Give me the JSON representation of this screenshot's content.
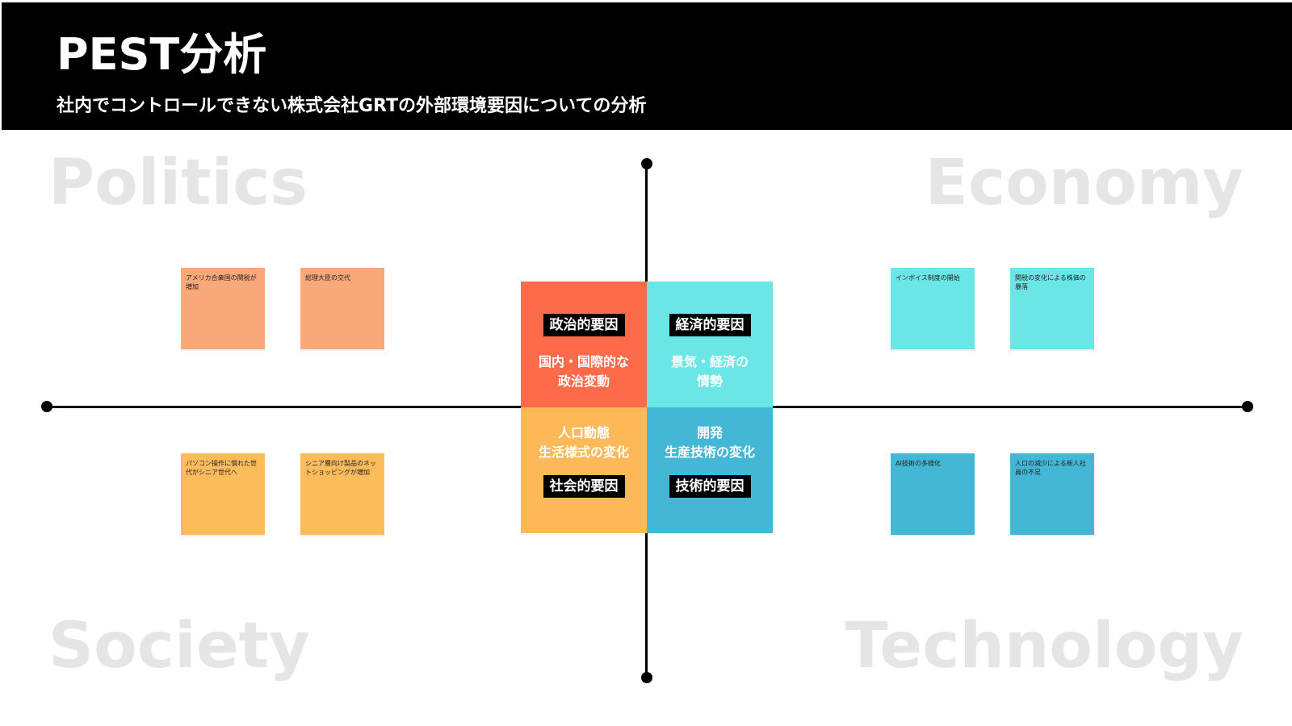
{
  "header": {
    "title": "PEST分析",
    "subtitle": "社内でコントロールできない株式会社GRTの外部環境要因についての分析"
  },
  "watermarks": {
    "politics": "Politics",
    "economy": "Economy",
    "society": "Society",
    "technology": "Technology"
  },
  "quadrants": {
    "politics": {
      "label": "政治的要因",
      "desc_line1": "国内・国際的な",
      "desc_line2": "政治変動",
      "color": "#fd6b4a"
    },
    "economy": {
      "label": "経済的要因",
      "desc_line1": "景気・経済の",
      "desc_line2": "情勢",
      "color": "#6be6e7"
    },
    "society": {
      "label": "社会的要因",
      "desc_line1": "人口動態",
      "desc_line2": "生活様式の変化",
      "color": "#fdb957"
    },
    "technology": {
      "label": "技術的要因",
      "desc_line1": "開発",
      "desc_line2": "生産技術の変化",
      "color": "#43b7d6"
    }
  },
  "notes": {
    "politics": [
      "アメリカ合衆国の関税が増加",
      "総理大臣の交代"
    ],
    "economy": [
      "インボイス制度の開始",
      "関税の変化による株価の暴落"
    ],
    "society": [
      "パソコン操作に慣れた世代がシニア世代へ",
      "シニア層向け製品のネットショッピングが増加"
    ],
    "technology": [
      "AI技術の多様化",
      "人口の減少による新人社員の不足"
    ]
  }
}
